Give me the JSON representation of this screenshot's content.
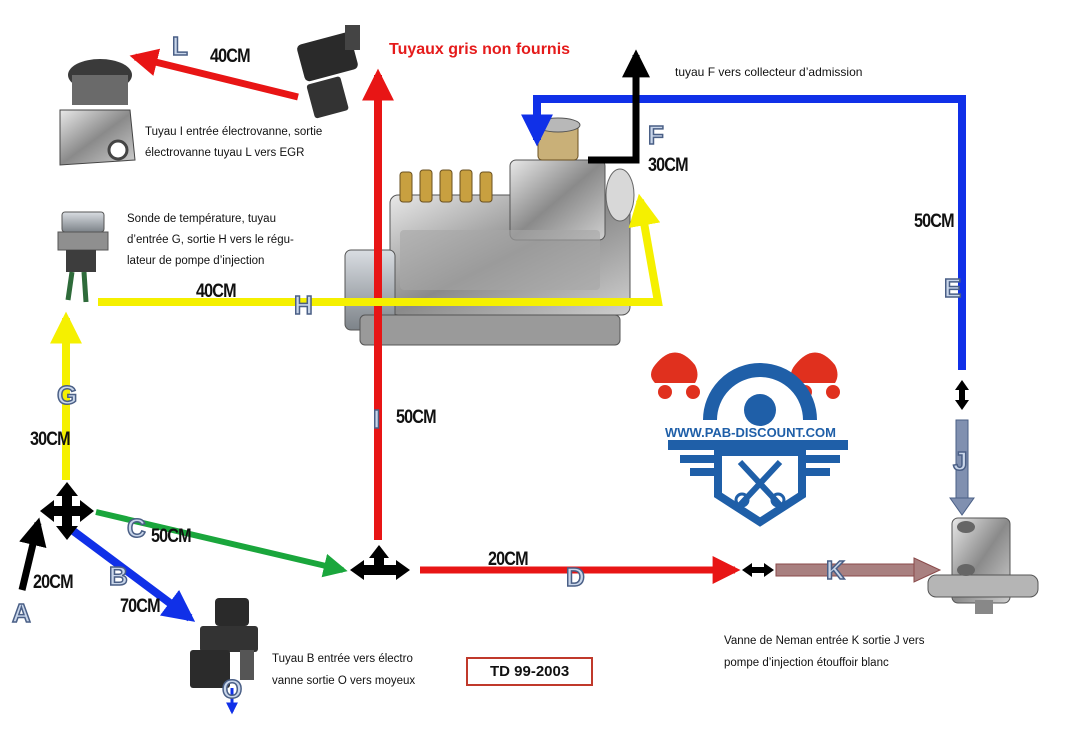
{
  "title": "Tuyaux gris non fournis",
  "notes": {
    "top": "tuyau F vers collecteur d’admission",
    "egr": [
      "Tuyau I entrée électrovanne, sortie",
      "électrovanne tuyau L vers EGR"
    ],
    "sonde": [
      "Sonde de température, tuyau",
      "d’entrée G, sortie H vers le régu-",
      "lateur de pompe d’injection"
    ],
    "vanneB": [
      "Tuyau B entrée vers électro",
      "vanne sortie O vers moyeux"
    ],
    "neman": [
      "Vanne de Neman entrée K sortie J vers",
      "pompe d’injection étouffoir blanc"
    ]
  },
  "pipes": {
    "A": {
      "label": "A",
      "length": "20CM",
      "color": "#000000"
    },
    "B": {
      "label": "B",
      "length": "70CM",
      "color": "#1030e8"
    },
    "C": {
      "label": "C",
      "length": "50CM",
      "color": "#1aa63c"
    },
    "D": {
      "label": "D",
      "length": "20CM",
      "color": "#e81515"
    },
    "E": {
      "label": "E",
      "length": "50CM",
      "color": "#1030e8"
    },
    "F": {
      "label": "F",
      "length": "30CM",
      "color": "#000000"
    },
    "G": {
      "label": "G",
      "length": "30CM",
      "color": "#f5f000"
    },
    "H": {
      "label": "H",
      "length": "40CM",
      "color": "#f5f000"
    },
    "I": {
      "label": "I",
      "length": "50CM",
      "color": "#e81515"
    },
    "J": {
      "label": "J",
      "color": "#8090b0"
    },
    "K": {
      "label": "K",
      "color": "#a06060"
    },
    "L": {
      "label": "L",
      "length": "40CM",
      "color": "#e81515"
    },
    "O": {
      "label": "O",
      "color": "#1030e8"
    }
  },
  "logo": {
    "url": "WWW.PAB-DISCOUNT.COM",
    "color_red": "#e0301e",
    "color_blue": "#1f5fa8"
  },
  "model": "TD 99-2003"
}
